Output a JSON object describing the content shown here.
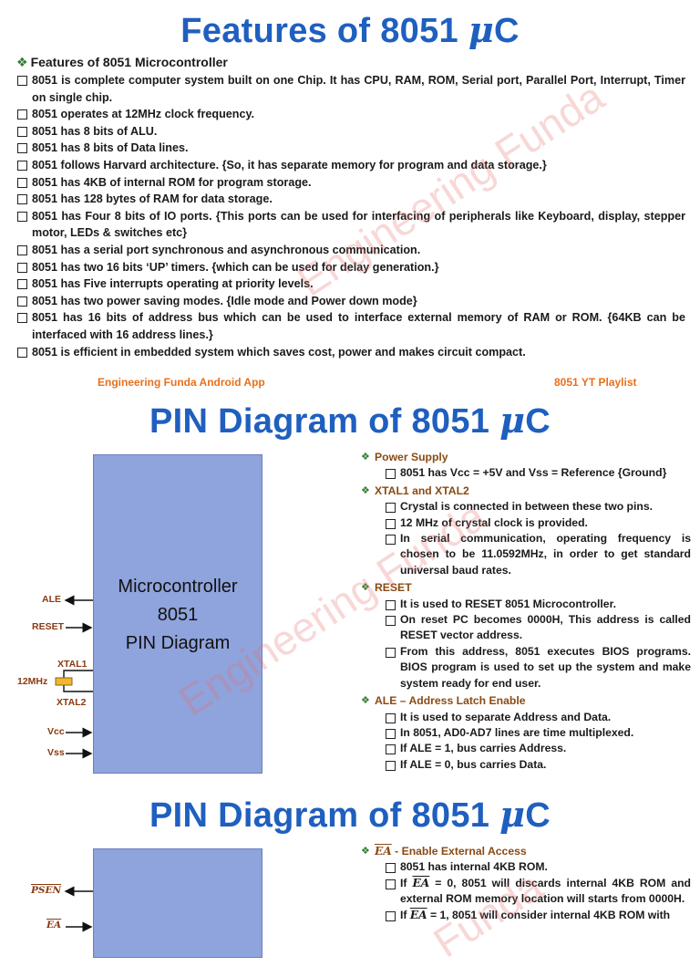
{
  "titles": {
    "t1_text": "Features of 8051 ",
    "t2_text": "PIN Diagram of 8051 ",
    "t3_text": "PIN Diagram of 8051 ",
    "mu": "μ",
    "c": "C"
  },
  "features": {
    "heading": "Features of 8051 Microcontroller",
    "items": [
      "8051 is complete computer system built on one Chip. It has CPU, RAM, ROM, Serial port, Parallel Port, Interrupt, Timer on single chip.",
      "8051 operates at 12MHz clock frequency.",
      "8051 has 8 bits of ALU.",
      "8051 has 8 bits of Data lines.",
      "8051 follows Harvard architecture. {So, it has separate memory for program and data storage.}",
      "8051 has 4KB of internal ROM for program storage.",
      "8051 has 128 bytes of RAM for data storage.",
      "8051 has Four 8 bits of IO ports. {This ports can be used for interfacing of peripherals like Keyboard, display, stepper motor, LEDs & switches etc}",
      "8051 has a serial port synchronous and asynchronous communication.",
      "8051 has two 16 bits ‘UP’ timers. {which can be used for delay generation.}",
      "8051 has Five interrupts operating at priority levels.",
      "8051 has two power saving modes. {Idle mode and Power down mode}",
      "8051 has 16 bits of address bus which can be used to interface external memory of RAM or ROM. {64KB can be interfaced with 16 address lines.}",
      "8051 is efficient in embedded system which saves cost, power and makes circuit compact."
    ]
  },
  "links": {
    "app": "Engineering Funda Android App",
    "playlist": "8051 YT Playlist"
  },
  "watermark": "Engineering Funda",
  "watermark_short": "Funda",
  "chip": {
    "line1": "Microcontroller",
    "line2": "8051",
    "line3": "PIN Diagram"
  },
  "pins": {
    "ale": "ALE",
    "reset": "RESET",
    "xtal1": "XTAL1",
    "mhz": "12MHz",
    "xtal2": "XTAL2",
    "vcc": "Vcc",
    "vss": "Vss",
    "psen": "PSEN",
    "ea": "EA"
  },
  "sections1": [
    {
      "title": "Power Supply",
      "items": [
        "8051 has Vcc = +5V and Vss = Reference {Ground}"
      ]
    },
    {
      "title": "XTAL1 and XTAL2",
      "items": [
        "Crystal is connected in between these two pins.",
        "12 MHz of crystal clock is provided.",
        "In serial communication, operating frequency is chosen to be 11.0592MHz, in order to get standard universal baud rates."
      ]
    },
    {
      "title": "RESET",
      "items": [
        "It is used to RESET 8051 Microcontroller.",
        "On reset PC becomes 0000H, This address is called RESET vector address.",
        "From this address, 8051 executes BIOS programs. BIOS program is used to set up the system and make system ready for end user."
      ]
    },
    {
      "title": "ALE – Address Latch Enable",
      "items": [
        "It is used to separate Address and Data.",
        "In 8051, AD0-AD7 lines are time multiplexed.",
        "If ALE = 1, bus carries Address.",
        "If ALE = 0, bus carries Data."
      ]
    }
  ],
  "section2": {
    "title_ov": "EA",
    "title_rest": " - Enable External Access",
    "item1": "8051 has internal 4KB ROM.",
    "item2_a": "If ",
    "item2_ov": "EA",
    "item2_b": " = 0, 8051 will discards internal 4KB ROM and external ROM memory location will starts from 0000H.",
    "item3_a": "If ",
    "item3_ov": "EA",
    "item3_b": " = 1, 8051 will consider internal 4KB ROM with"
  }
}
